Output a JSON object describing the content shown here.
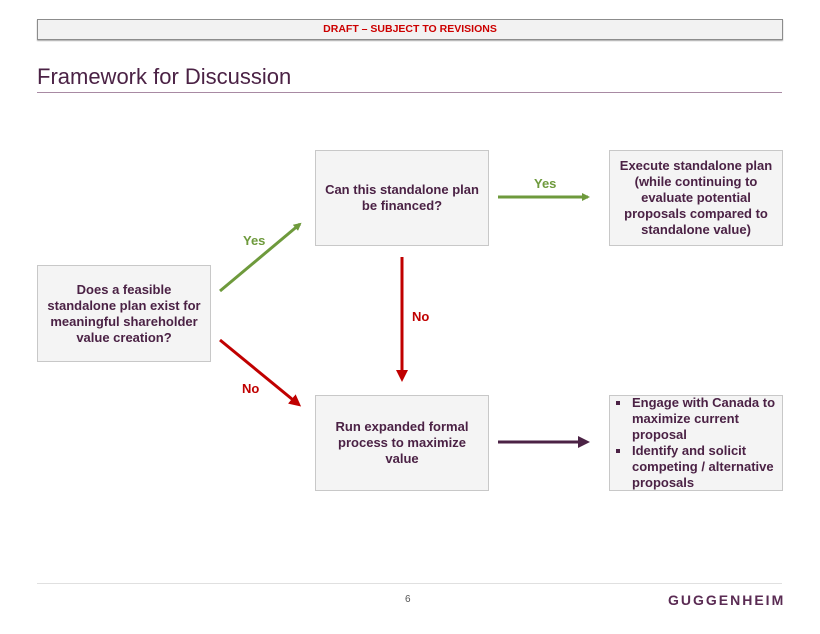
{
  "banner": "DRAFT – SUBJECT TO REVISIONS",
  "title": "Framework for Discussion",
  "boxes": {
    "question1": "Does a feasible standalone plan exist for meaningful shareholder value creation?",
    "question2": "Can this standalone plan be financed?",
    "outcome_standalone": "Execute standalone plan (while continuing to evaluate potential proposals compared to standalone value)",
    "process": "Run expanded formal process to maximize value",
    "outcome_process": [
      "Engage with Canada to maximize current proposal",
      "Identify and solicit competing / alternative proposals"
    ]
  },
  "labels": {
    "yes1": "Yes",
    "yes2": "Yes",
    "no1": "No",
    "no2": "No"
  },
  "colors": {
    "primary": "#4b2245",
    "yes": "#6e9a3c",
    "no": "#c00000",
    "banner": "#cc0000"
  },
  "footer": {
    "page": "6",
    "logo": "GUGGENHEIM"
  }
}
